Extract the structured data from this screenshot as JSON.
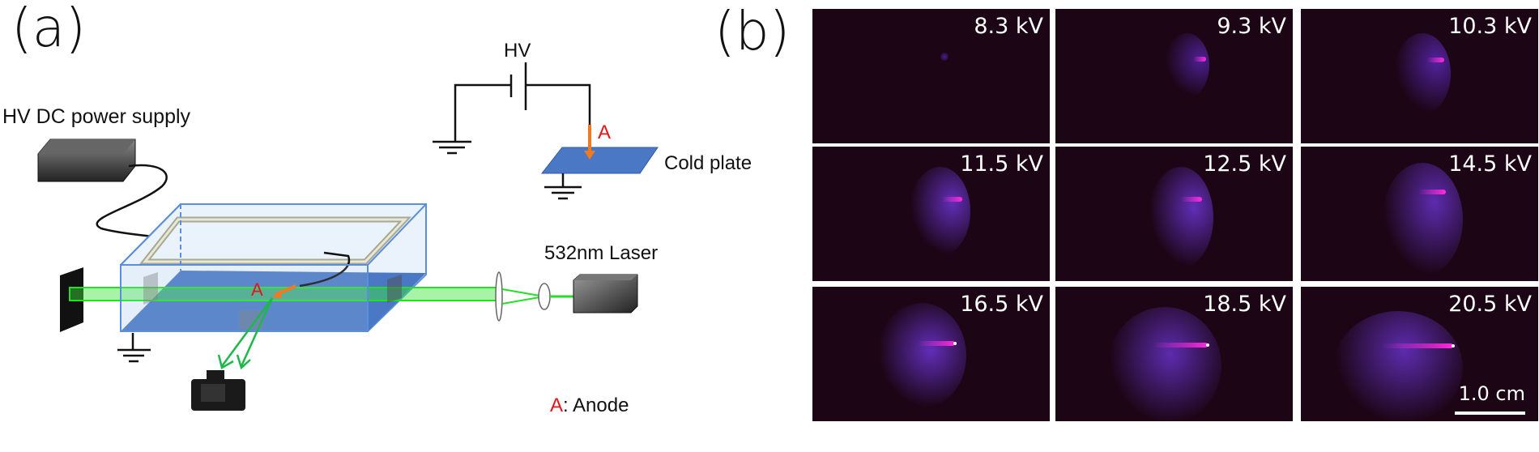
{
  "panel_a": {
    "label": "(a)",
    "power_supply_label": "HV DC power supply",
    "hv_label": "HV",
    "anode_marker": "A",
    "cold_plate_label": "Cold plate",
    "laser_label": "532nm Laser",
    "legend_letter": "A",
    "legend_text": ": Anode",
    "colors": {
      "tank_liquid": "#4a78c4",
      "laser": "#22e022",
      "anode": "#e3161b",
      "arrow": "#f07a22"
    }
  },
  "panel_b": {
    "label": "(b)",
    "images": [
      {
        "voltage": "8.3 kV"
      },
      {
        "voltage": "9.3 kV"
      },
      {
        "voltage": "10.3 kV"
      },
      {
        "voltage": "11.5 kV"
      },
      {
        "voltage": "12.5 kV"
      },
      {
        "voltage": "14.5 kV"
      },
      {
        "voltage": "16.5 kV"
      },
      {
        "voltage": "18.5 kV"
      },
      {
        "voltage": "20.5 kV"
      }
    ],
    "scale_bar": "1.0 cm"
  }
}
